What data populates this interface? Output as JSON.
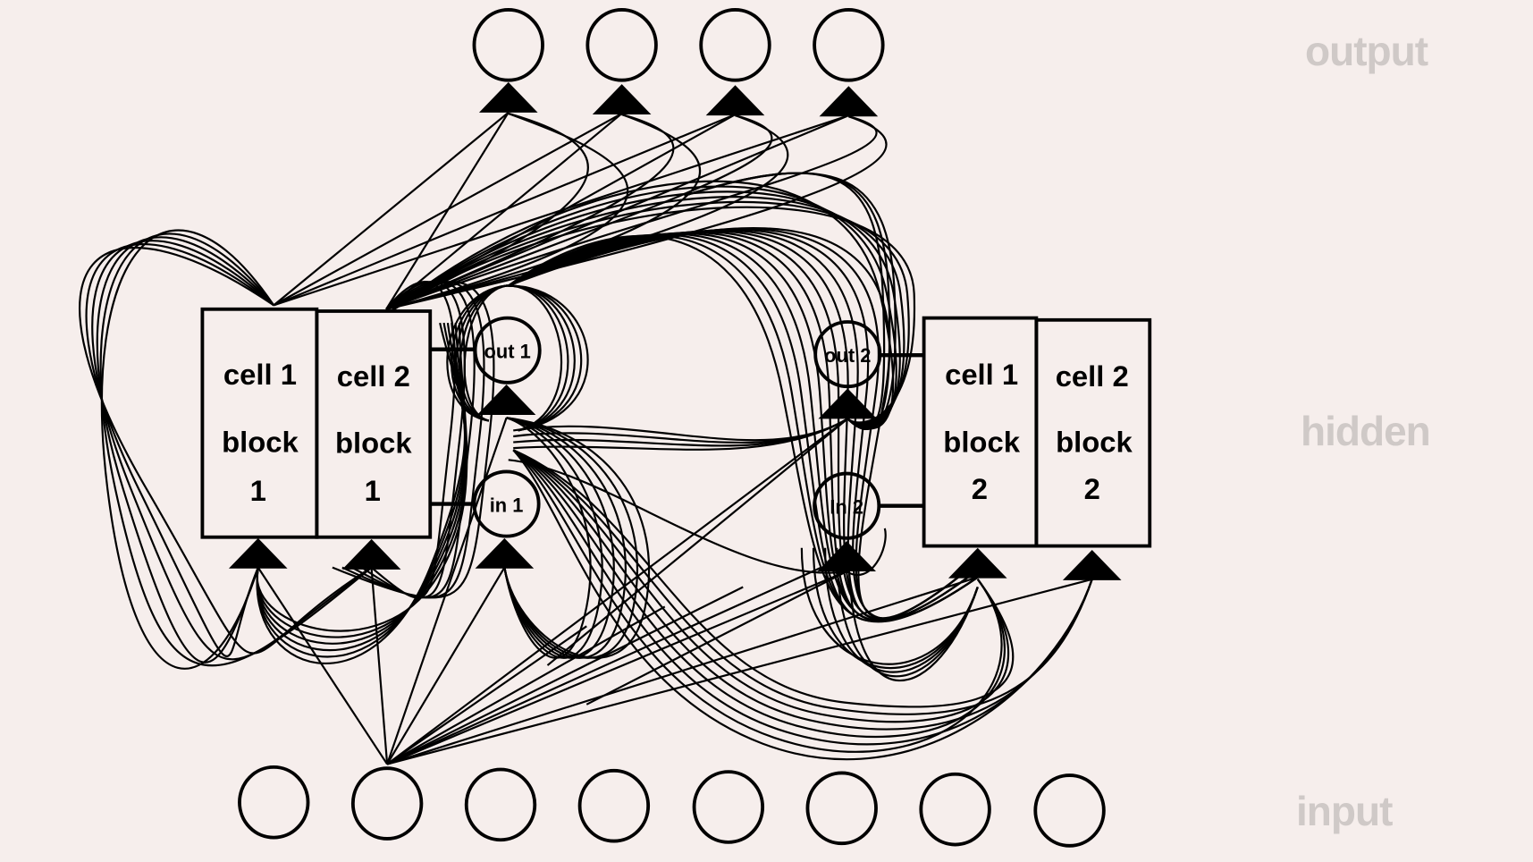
{
  "layer_labels": {
    "output": "output",
    "hidden": "hidden",
    "input": "input"
  },
  "output_units": 4,
  "input_units": 8,
  "memory_blocks": [
    {
      "name": "block 1",
      "cells": [
        {
          "line1": "cell 1",
          "line2": "block",
          "line3": "1"
        },
        {
          "line1": "cell 2",
          "line2": "block",
          "line3": "1"
        }
      ],
      "gates": {
        "out": "out 1",
        "in": "in 1"
      }
    },
    {
      "name": "block 2",
      "cells": [
        {
          "line1": "cell 1",
          "line2": "block",
          "line3": "2"
        },
        {
          "line1": "cell 2",
          "line2": "block",
          "line3": "2"
        }
      ],
      "gates": {
        "out": "out 2",
        "in": "In 2"
      }
    }
  ],
  "colors": {
    "background": "#f6eeec",
    "ink": "#000000",
    "layer_label": "#cfc9c7"
  }
}
